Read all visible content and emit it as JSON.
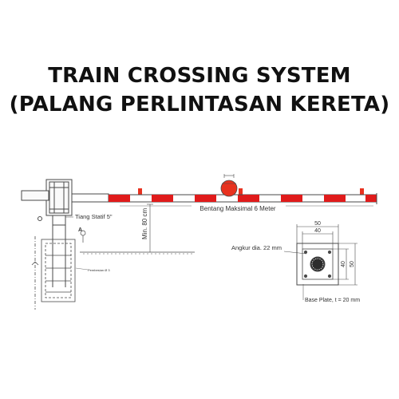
{
  "title": {
    "line1": "TRAIN CROSSING SYSTEM",
    "line2": "(PALANG PERLINTASAN KERETA)"
  },
  "labels": {
    "marker_a": "A",
    "pole_label": "Tiang Statif 5\"",
    "min_height": "Min. 80 cm",
    "span": "Bentang Maksimal 6 Meter",
    "foundation_note": "Pembesian Ø 3",
    "anchor": "Angkur dia. 22 mm",
    "base_plate": "Base Plate, t = 20 mm",
    "dim_top_outer": "50",
    "dim_top_inner": "40",
    "dim_right_inner": "40",
    "dim_right_outer": "50"
  },
  "colors": {
    "stripe_red": "#e01b1b",
    "beacon_red": "#e8321f",
    "line": "#4a4a4a"
  }
}
